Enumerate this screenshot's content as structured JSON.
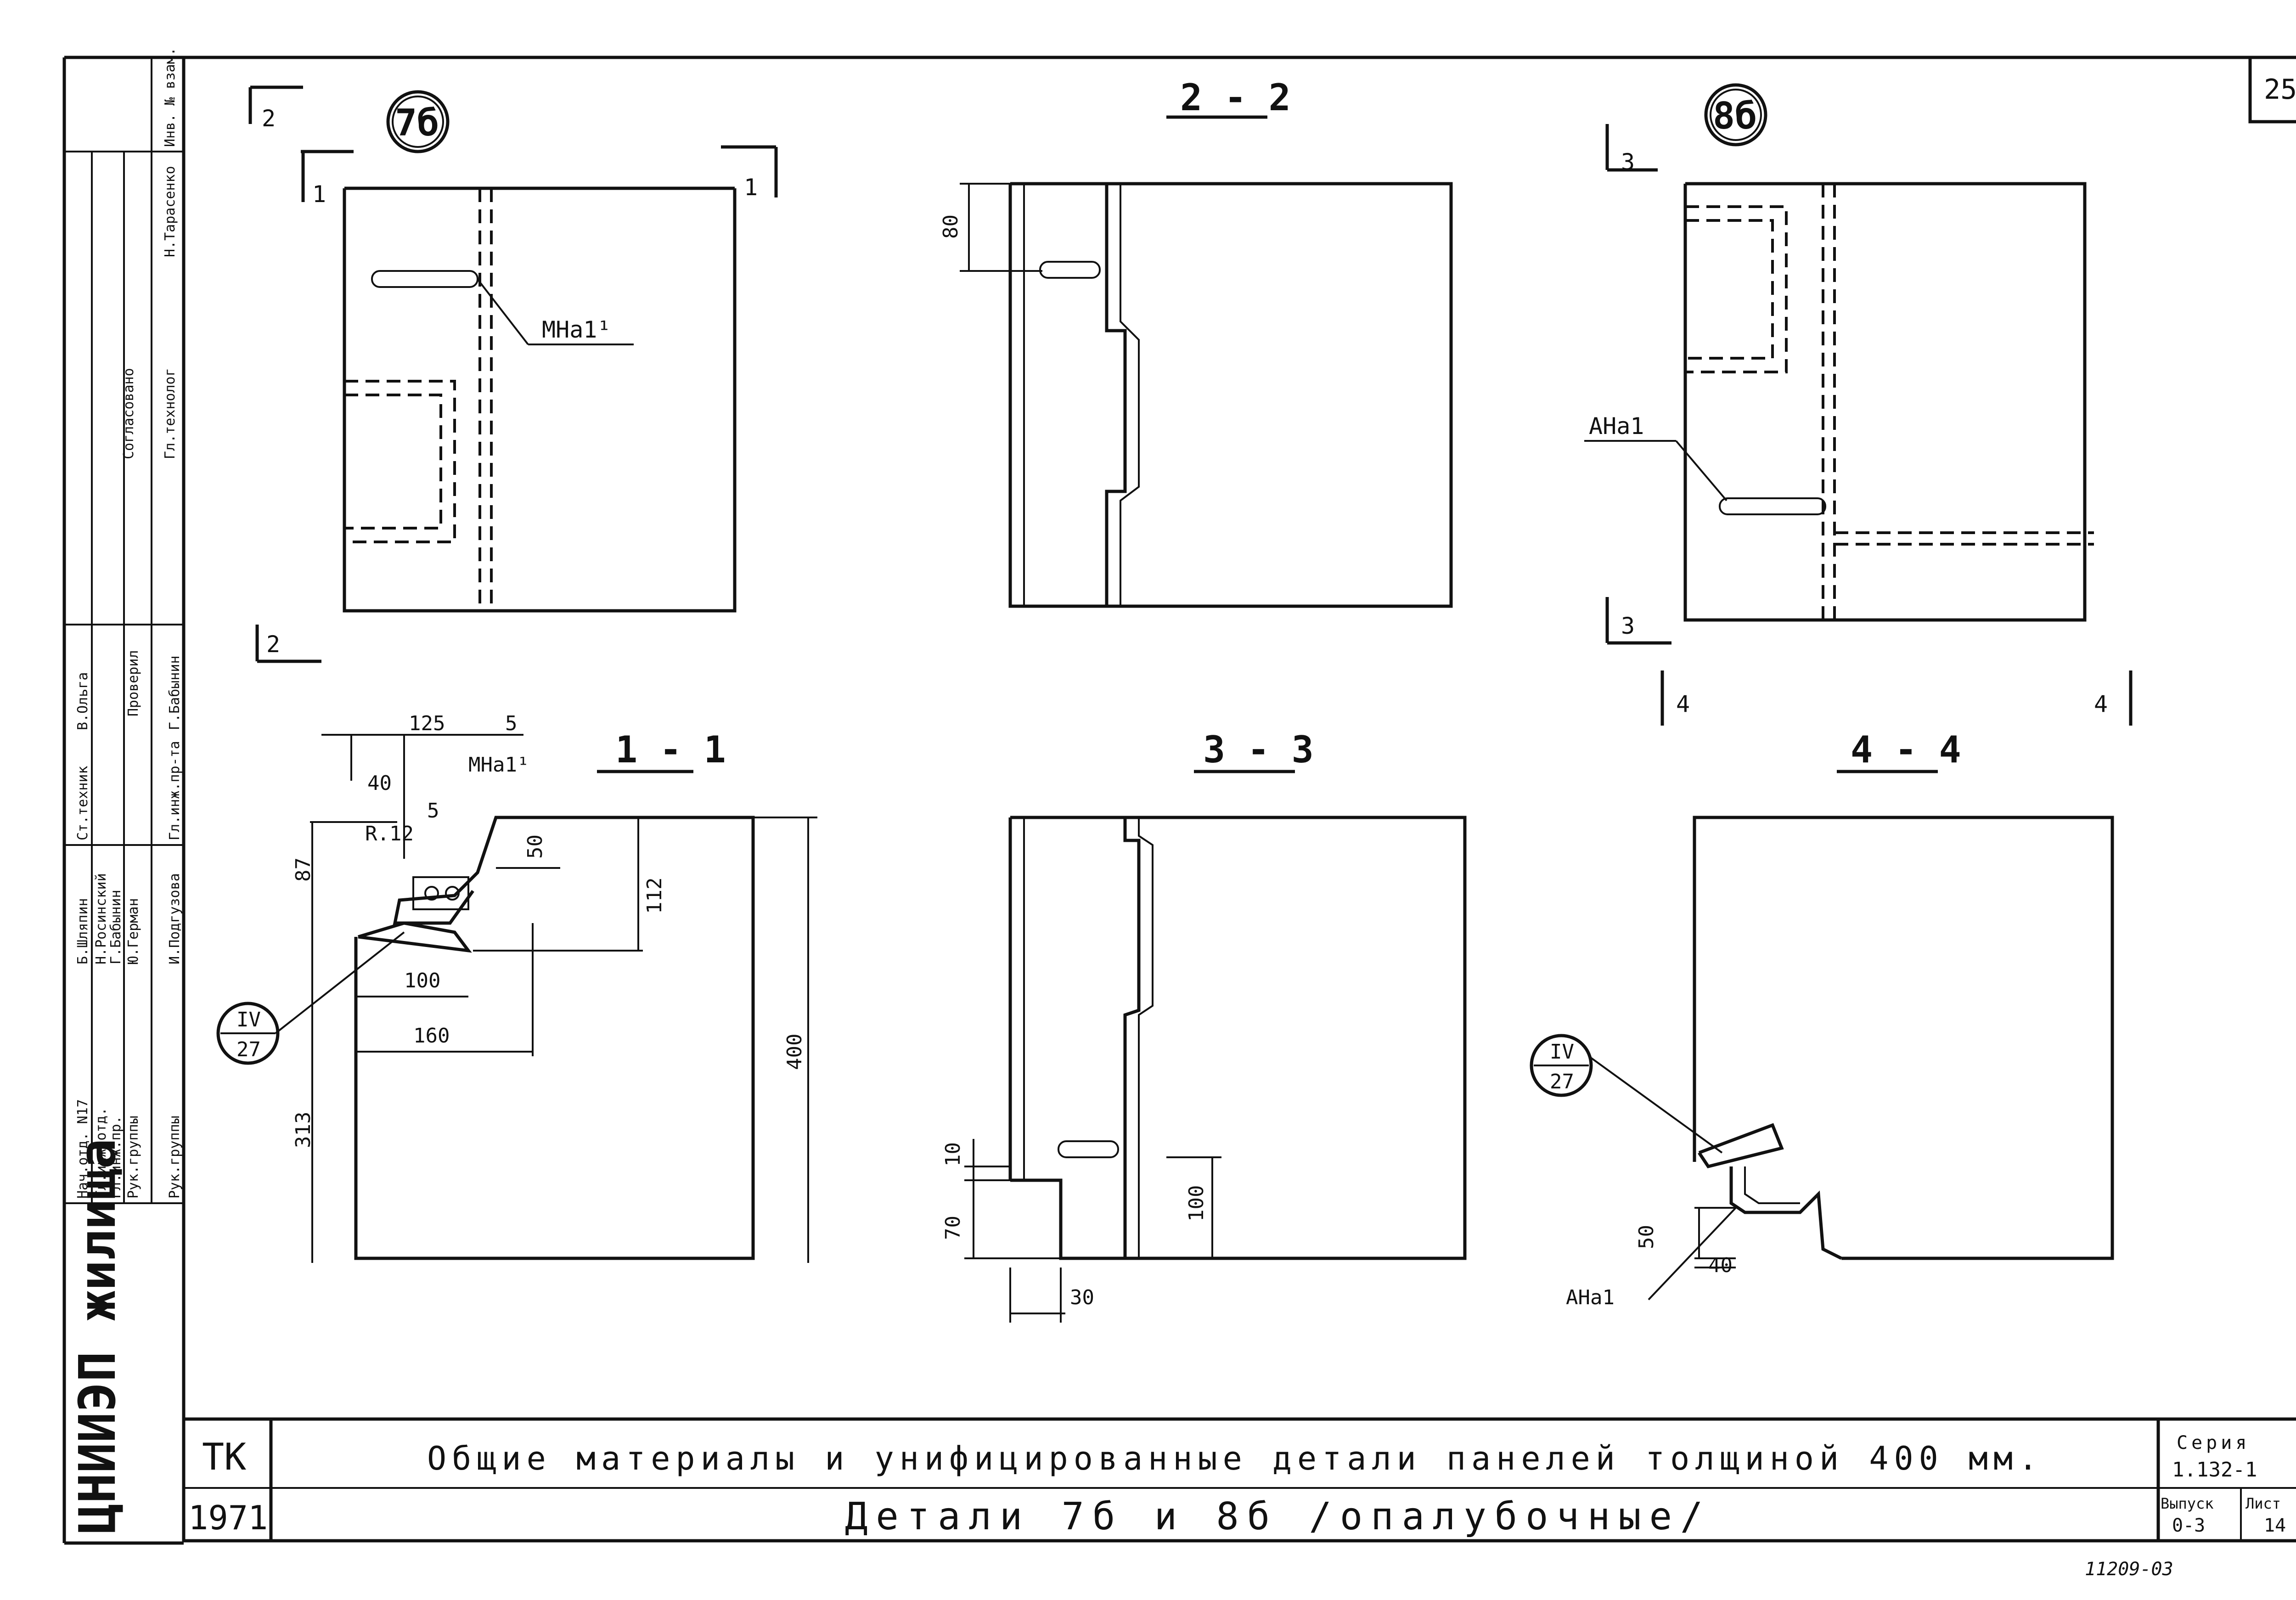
{
  "sheet": {
    "page_number": "25",
    "code": "ТК",
    "year": "1971",
    "title_main": "Общие материалы и унифицированные детали панелей толщиной 400 мм.",
    "title_sub": "Детали 7б и 8б /опалубочные/",
    "series_label": "Серия",
    "series_value": "1.132-1",
    "issue_label": "Выпуск",
    "issue_value": "0-3",
    "sheet_label": "Лист",
    "sheet_value": "14",
    "org": "ЦНИИЭП жилища",
    "bottom_note": "11209-03"
  },
  "stamp": {
    "roles": [
      "Нач.отд. N17",
      "Гл.инж.отд.",
      "Гл.инж.пр.",
      "Рук.группы",
      "Рук.группы"
    ],
    "names": [
      "Б.Шляпин",
      "Н.Росинский",
      "Г.Бабынин",
      "Ю.Герман",
      "И.Подгузова"
    ],
    "checked_label": "Проверил",
    "checked_roles": [
      "Ст.техник",
      "Гл.инж.пр-та"
    ],
    "checked_names": [
      "В.Ольга",
      "Г.Бабынин"
    ],
    "agreed_label": "Согласовано",
    "agreed_roles": [
      "Гл.технолог",
      "Н.Тарасенко"
    ],
    "inv_label": "Инв. № взам."
  },
  "details": {
    "d7": "7б",
    "d8": "8б",
    "ref_top": "IV",
    "ref_bottom": "27"
  },
  "sections": {
    "s22": "2 - 2",
    "s11": "1 - 1",
    "s33": "3 - 3",
    "s44": "4 - 4"
  },
  "marks": {
    "m1": "1",
    "m2": "2",
    "m3": "3",
    "m4": "4",
    "mna": "МНа1¹",
    "ana": "АНа1"
  },
  "dims": {
    "d80": "80",
    "d125": "125",
    "d5a": "5",
    "d40": "40",
    "d5b": "5",
    "r12": "R.12",
    "d87": "87",
    "d50": "50",
    "d112": "112",
    "d100": "100",
    "d160": "160",
    "d313": "313",
    "d400": "400",
    "d10": "10",
    "d70": "70",
    "d30": "30",
    "d100b": "100",
    "d50b": "50",
    "d40b": "40"
  }
}
